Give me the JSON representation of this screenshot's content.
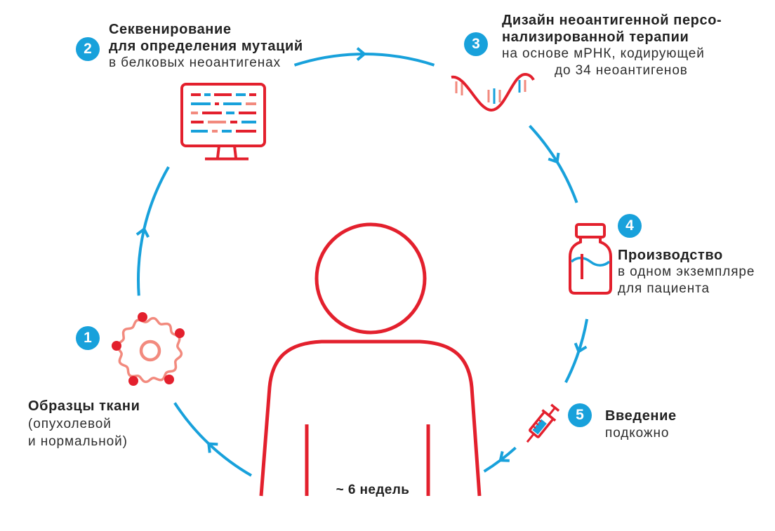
{
  "colors": {
    "cycle_blue": "#18a1db",
    "accent_red": "#e3202d",
    "salmon": "#f28a7e",
    "text": "#222222"
  },
  "steps": [
    {
      "number": "1",
      "title": [
        "Образцы ткани"
      ],
      "description": [
        "(опухолевой",
        "и нормальной)"
      ],
      "icon": "tissue-cell-icon"
    },
    {
      "number": "2",
      "title": [
        "Секвенирование",
        "для определения мутаций"
      ],
      "description": [
        "в белковых неоантигенах"
      ],
      "icon": "monitor-sequencing-icon"
    },
    {
      "number": "3",
      "title": [
        "Дизайн неоантигенной персо-",
        "нализированной терапии"
      ],
      "description": [
        "на основе мРНК, кодирующей",
        "до 34 неоантигенов"
      ],
      "icon": "mrna-strand-icon"
    },
    {
      "number": "4",
      "title": [
        "Производство"
      ],
      "description": [
        "в одном экземпляре",
        "для пациента"
      ],
      "icon": "vial-icon"
    },
    {
      "number": "5",
      "title": [
        "Введение"
      ],
      "description": [
        "подкожно"
      ],
      "icon": "syringe-icon"
    }
  ],
  "center": {
    "icon": "person-icon",
    "duration_label": "~ 6 недель"
  },
  "cycle_arrow_icon": "chevron-arrow-icon"
}
